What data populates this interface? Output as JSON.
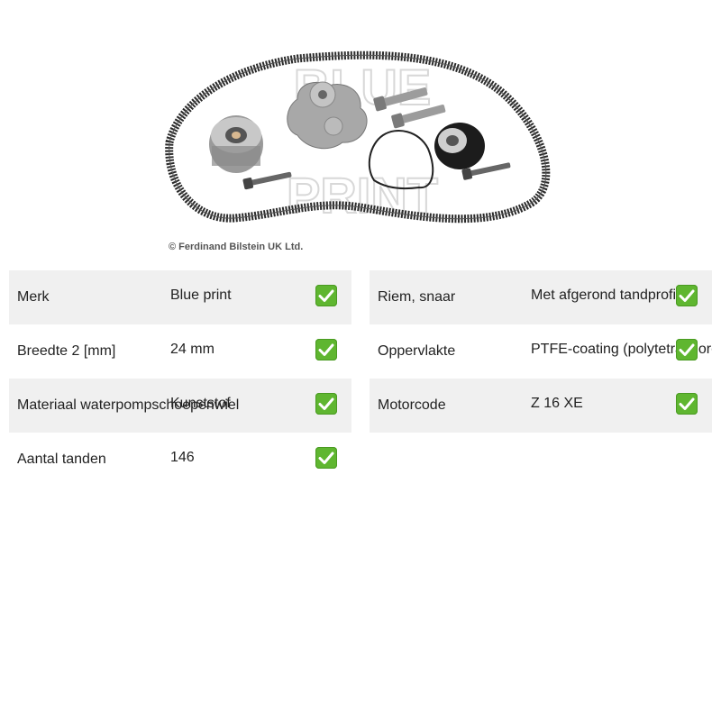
{
  "copyright": "© Ferdinand Bilstein UK Ltd.",
  "watermark": [
    "BLUE",
    "PRINT"
  ],
  "colors": {
    "row_shade": "#f0f0f0",
    "check_green": "#5fb630"
  },
  "specs_left": [
    {
      "label": "Merk",
      "value": "Blue print",
      "icon": "check-mark-icon"
    },
    {
      "label": "Breedte 2 [mm]",
      "value": "24 mm",
      "icon": "check-mark-icon"
    },
    {
      "label": "Materiaal waterpompschoepenwiel",
      "value": "Kunststof",
      "icon": "check-mark-icon"
    },
    {
      "label": "Aantal tanden",
      "value": "146",
      "icon": "check-mark-icon"
    }
  ],
  "specs_right": [
    {
      "label": "Riem, snaar",
      "value": "Met afgerond tandprofiel",
      "icon": "check-mark-icon"
    },
    {
      "label": "Oppervlakte",
      "value": "PTFE-coating (polytetrafluorethyleen)",
      "icon": "check-mark-icon"
    },
    {
      "label": "Motorcode",
      "value": "Z 16 XE",
      "icon": "check-mark-icon"
    }
  ]
}
